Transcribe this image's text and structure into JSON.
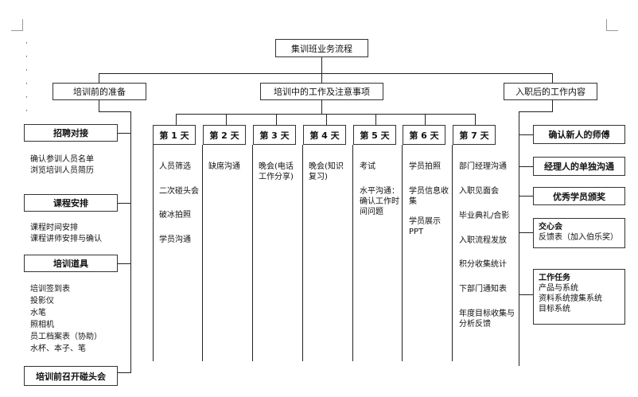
{
  "root": "集训班业务流程",
  "sections": {
    "before": "培训前的准备",
    "during": "培训中的工作及注意事项",
    "after": "入职后的工作内容"
  },
  "before_items": [
    {
      "title": "招聘对接",
      "lines": [
        "确认参训人员名单",
        "浏览培训人员简历"
      ]
    },
    {
      "title": "课程安排",
      "lines": [
        "课程时间安排",
        "课程讲师安排与确认"
      ]
    },
    {
      "title": "培训道具",
      "lines": [
        "培训签到表",
        "投影仪",
        "水笔",
        "照相机",
        "员工档案表（协助）",
        "水杯、本子、笔"
      ]
    },
    {
      "title": "培训前召开碰头会",
      "lines": []
    }
  ],
  "days": [
    {
      "label": "第 1 天",
      "items": [
        "人员筛选",
        "二次碰头会",
        "破冰拍照",
        "学员沟通"
      ]
    },
    {
      "label": "第 2 天",
      "items": [
        "缺席沟通"
      ]
    },
    {
      "label": "第 3 天",
      "items": [
        "晚会(电话工作分享)"
      ]
    },
    {
      "label": "第 4 天",
      "items": [
        "晚会(知识复习)"
      ]
    },
    {
      "label": "第 5 天",
      "items": [
        "考试",
        "水平沟通：确认工作时间问题"
      ]
    },
    {
      "label": "第 6 天",
      "items": [
        "学员拍照",
        "学员信息收集",
        "学员展示 PPT"
      ]
    },
    {
      "label": "第 7 天",
      "items": [
        "部门经理沟通",
        "入职见面会",
        "毕业典礼/合影",
        "入职流程发放",
        "积分收集统计",
        "下部门通知表",
        "年度目标收集与分析反馈"
      ]
    }
  ],
  "after_items": [
    {
      "title": "确认新人的师傅",
      "lines": []
    },
    {
      "title": "经理人的单独沟通",
      "lines": []
    },
    {
      "title": "优秀学员颁奖",
      "lines": []
    },
    {
      "title": "交心会",
      "lines": [
        "反馈表（加入伯乐奖）"
      ]
    },
    {
      "title": "工作任务",
      "lines": [
        "产品与系统",
        "资料系统搜集系统",
        "目标系统"
      ]
    }
  ]
}
